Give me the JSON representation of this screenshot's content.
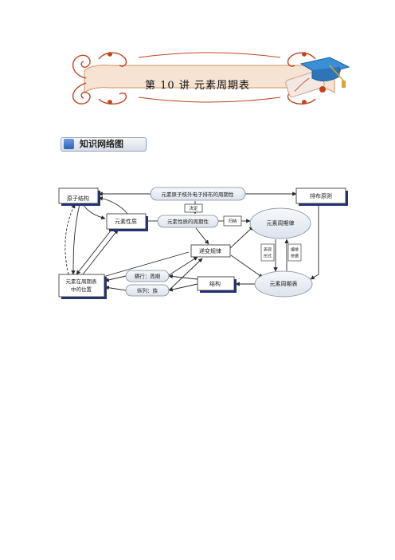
{
  "header": {
    "title": "第 10 讲   元素周期表"
  },
  "section": {
    "label": "知识网络图"
  },
  "diagram": {
    "atomic_structure": "原子结构",
    "electron_periodicity": "元素原子核外电子排布的周期性",
    "arrangement_principle": "排布原则",
    "decides": "决定",
    "element_property": "元素性质",
    "property_periodicity": "元素性质的周期性",
    "summarize": "归纳",
    "periodic_law": "元素周期律",
    "variation_rule": "递变规律",
    "expression_form": [
      "表现",
      "形式"
    ],
    "compile_basis": [
      "编排",
      "依据"
    ],
    "position": [
      "元素在周期表",
      "中的位置"
    ],
    "horizontal_period": "横行：周期",
    "vertical_group": "纵列：族",
    "structure": "结构",
    "periodic_table": "元素周期表"
  },
  "colors": {
    "box_shadow": "#24337a",
    "box_border": "#2b2b2b",
    "pill_fill": "#e9edf3",
    "pill_border": "#7f8896",
    "banner_ornament": "#c0441e",
    "banner_ribbon": "#d9a47c"
  },
  "icons": [
    "scroll-ornament-icon",
    "graduation-cap-icon",
    "diploma-icon"
  ]
}
